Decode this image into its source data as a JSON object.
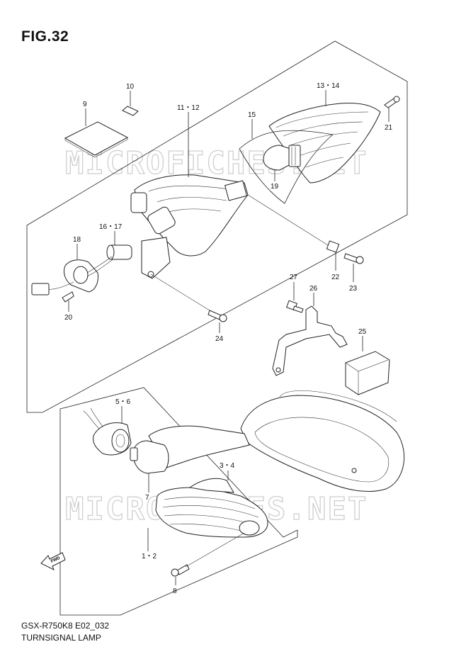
{
  "figure": {
    "title": "FIG.32",
    "code": "GSX-R750K8 E02_032",
    "name": "TURNSIGNAL LAMP",
    "watermark": "MICROFICHES.NET",
    "fwd_label": "FWD"
  },
  "labels": {
    "l9": "9",
    "l10": "10",
    "l11_12": "11・12",
    "l13_14": "13・14",
    "l15": "15",
    "l16_17": "16・17",
    "l18": "18",
    "l19": "19",
    "l20": "20",
    "l21": "21",
    "l22": "22",
    "l23": "23",
    "l24": "24",
    "l25": "25",
    "l26": "26",
    "l27": "27",
    "l5_6": "5・6",
    "l3_4": "3・4",
    "l7": "7",
    "l1_2": "1・2",
    "l8": "8"
  }
}
